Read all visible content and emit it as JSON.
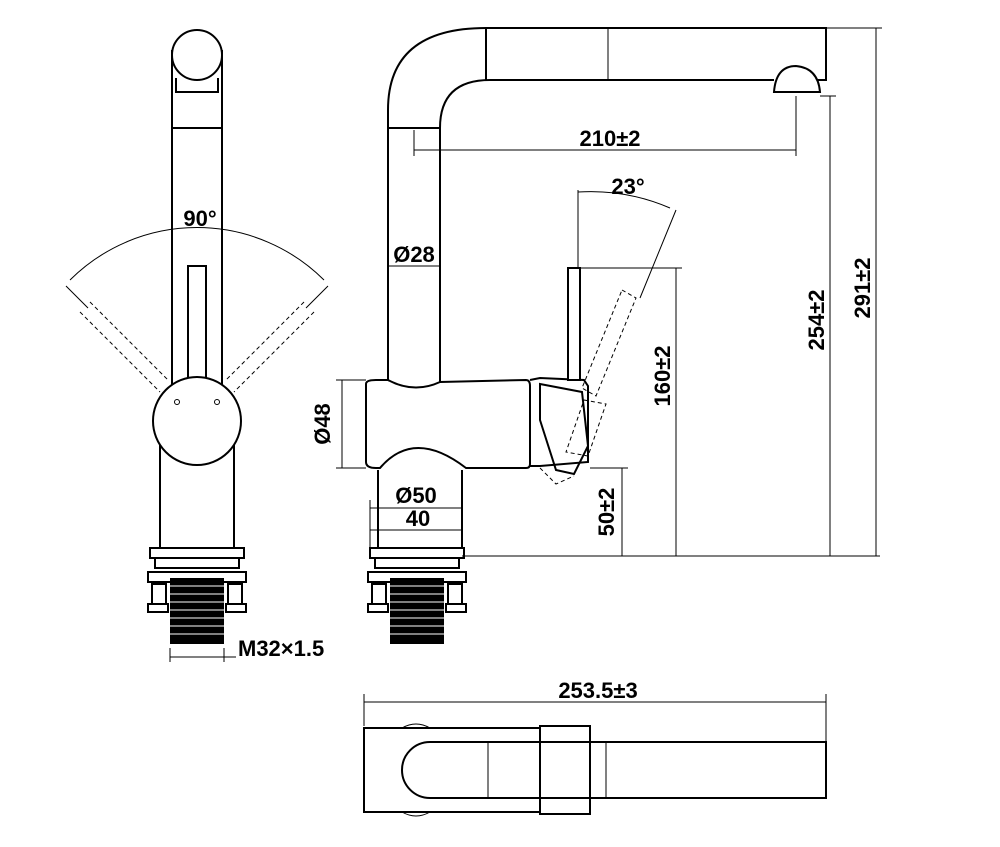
{
  "figure": {
    "front_view": {
      "angle_label": "90°",
      "thread_label": "M32×1.5"
    },
    "side_view": {
      "reach_label": "210±2",
      "lever_angle_label": "23°",
      "spout_diameter_label": "Ø28",
      "body_diameter_label": "Ø48",
      "lever_height_label": "160±2",
      "base_height_label": "50±2",
      "outlet_height_label": "254±2",
      "total_height_label": "291±2",
      "base_diameter_label": "Ø50",
      "shank_width_label": "40"
    },
    "top_view": {
      "length_label": "253.5±3"
    }
  }
}
